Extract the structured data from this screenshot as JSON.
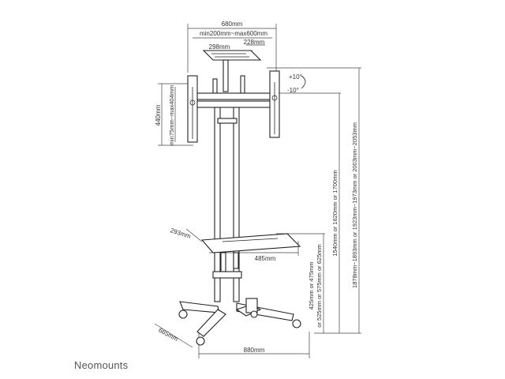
{
  "brand": "Neomounts",
  "dimensions": {
    "overall_width": "680mm",
    "vesa_width": "min200mm~max600mm",
    "top_shelf_width": "298mm",
    "top_shelf_depth": "228mm",
    "overall_height": "440mm",
    "vesa_height": "min75mm~max404mm",
    "tilt_up": "+10°",
    "tilt_down": "-10°",
    "center_height": "1540mm or 1620mm or 1700mm",
    "total_height": "1878mm~1893mm or 1923mm~1973mm or 2003mm~2053mm",
    "shelf_depth": "293mm",
    "shelf_width": "485mm",
    "shelf_height_1": "425mm or 475mm",
    "shelf_height_2": "or 525mm or 575mm or 625mm",
    "base_depth": "665mm",
    "base_width": "880mm"
  }
}
